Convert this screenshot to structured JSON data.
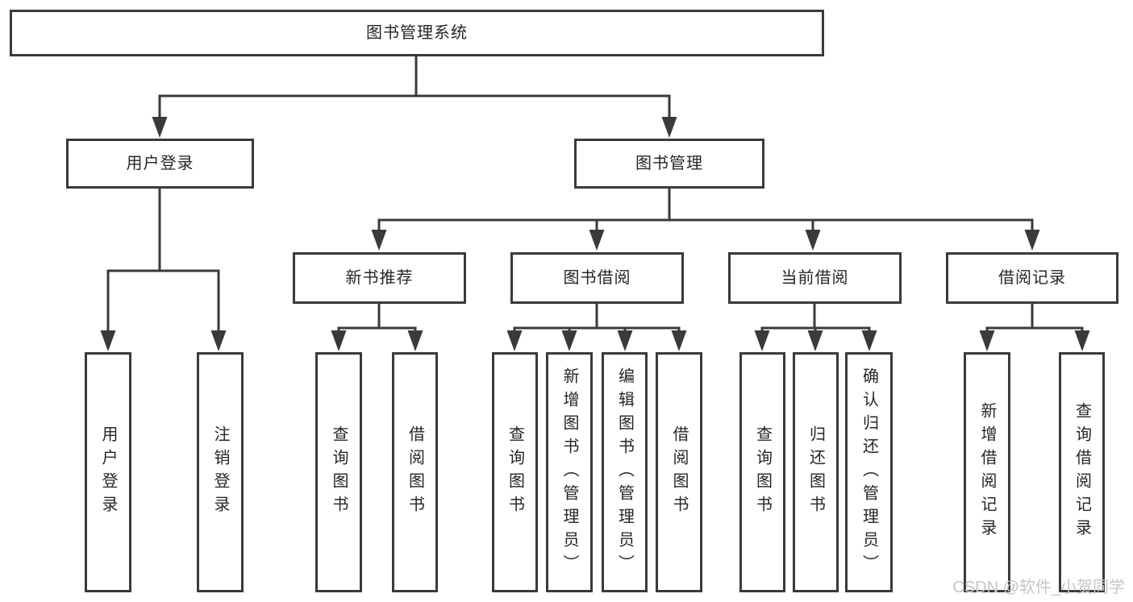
{
  "diagram": {
    "tree": {
      "label": "图书管理系统",
      "children": [
        {
          "label": "用户登录",
          "children": [
            {
              "label": "用户登录"
            },
            {
              "label": "注销登录"
            }
          ]
        },
        {
          "label": "图书管理",
          "children": [
            {
              "label": "新书推荐",
              "children": [
                {
                  "label": "查询图书"
                },
                {
                  "label": "借阅图书"
                }
              ]
            },
            {
              "label": "图书借阅",
              "children": [
                {
                  "label": "查询图书"
                },
                {
                  "label": "新增图书（管理员）"
                },
                {
                  "label": "编辑图书（管理员）"
                },
                {
                  "label": "借阅图书"
                }
              ]
            },
            {
              "label": "当前借阅",
              "children": [
                {
                  "label": "查询图书"
                },
                {
                  "label": "归还图书"
                },
                {
                  "label": "确认归还（管理员）"
                }
              ]
            },
            {
              "label": "借阅记录",
              "children": [
                {
                  "label": "新增借阅记录"
                },
                {
                  "label": "查询借阅记录"
                }
              ]
            }
          ]
        }
      ]
    },
    "colors": {
      "line": "#3a3a3a",
      "text": "#262626",
      "background": "#ffffff",
      "watermark_color": "#c6c6c6"
    }
  },
  "watermark": {
    "text": "CSDN @软件_小贺同学"
  }
}
